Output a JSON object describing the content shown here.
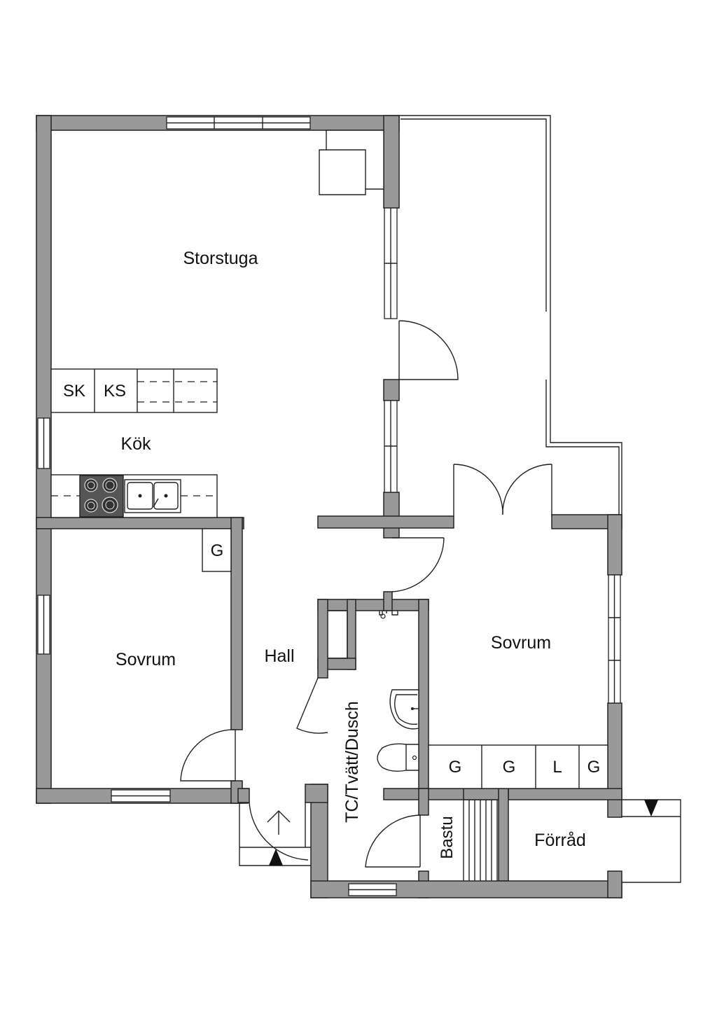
{
  "rooms": {
    "storstuga": "Storstuga",
    "kok": "Kök",
    "hall": "Hall",
    "sovrum_left": "Sovrum",
    "sovrum_right": "Sovrum",
    "bath": "TC/Tvätt/Dusch",
    "bastu": "Bastu",
    "forrad": "Förråd"
  },
  "fixtures": {
    "sk": "SK",
    "ks": "KS",
    "g_left": "G",
    "g1": "G",
    "g2": "G",
    "l": "L",
    "g3": "G"
  },
  "colors": {
    "wall": "#999999",
    "line": "#222222",
    "stove": "#555555"
  }
}
